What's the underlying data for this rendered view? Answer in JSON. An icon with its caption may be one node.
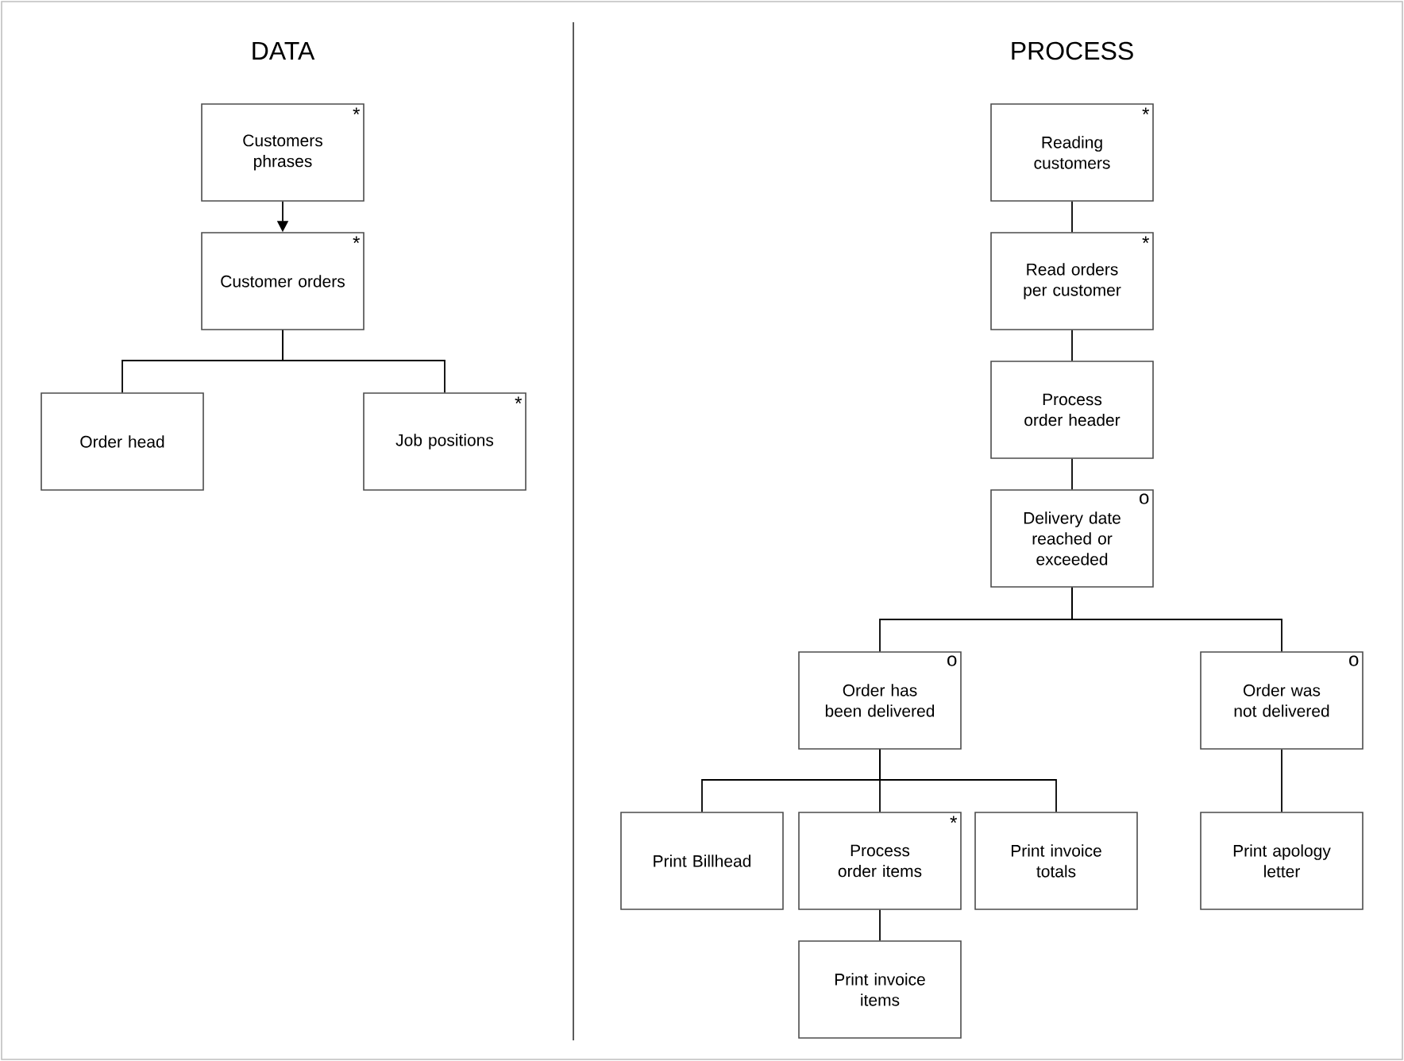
{
  "diagram": {
    "nodes": [
      {
        "text": [
          "Customers phrases",
          "*"
        ]
      },
      {
        "text": [
          "Customer orders",
          "*"
        ]
      },
      {
        "text": [
          "Order head"
        ]
      },
      {
        "text": [
          "Job positions",
          "*"
        ]
      },
      {
        "text": [
          "Reading customers",
          "*"
        ]
      },
      {
        "text": [
          "Read orders per customer",
          "*"
        ]
      },
      {
        "text": [
          "Process order header"
        ]
      },
      {
        "text": [
          "Delivery date reached or exceeded",
          "o"
        ]
      },
      {
        "text": [
          "Order has been delivered",
          "o"
        ]
      },
      {
        "text": [
          "Order was not delivered",
          "o"
        ]
      },
      {
        "text": [
          "Print Billhead"
        ]
      },
      {
        "text": [
          "Process order items",
          "*"
        ]
      },
      {
        "text": [
          "Print invoice totals"
        ]
      },
      {
        "text": [
          "Print apology letter"
        ]
      },
      {
        "text": [
          "Print invoice items"
        ]
      }
    ],
    "edges": [
      {
        "from": 0,
        "to": 1,
        "arrow": "to"
      },
      {
        "from": 1,
        "to": 2,
        "arrow": "none"
      },
      {
        "from": 1,
        "to": 3,
        "arrow": "none"
      },
      {
        "from": 4,
        "to": 5,
        "arrow": "none"
      },
      {
        "from": 5,
        "to": 6,
        "arrow": "none"
      },
      {
        "from": 6,
        "to": 7,
        "arrow": "none"
      },
      {
        "from": 7,
        "to": 8,
        "arrow": "none"
      },
      {
        "from": 7,
        "to": 9,
        "arrow": "none"
      },
      {
        "from": 8,
        "to": 10,
        "arrow": "none"
      },
      {
        "from": 8,
        "to": 11,
        "arrow": "none"
      },
      {
        "from": 8,
        "to": 12,
        "arrow": "none"
      },
      {
        "from": 9,
        "to": 13,
        "arrow": "none"
      },
      {
        "from": 11,
        "to": 14,
        "arrow": "none"
      }
    ],
    "labels": [
      "DATA",
      "PROCESS"
    ]
  }
}
